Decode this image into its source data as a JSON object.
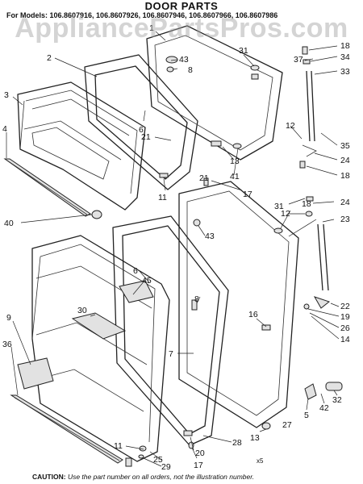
{
  "header": {
    "title": "DOOR PARTS",
    "models_text": "For Models: 106.8607916, 106.8607926, 106.8607946, 106.8607966, 106.8607986"
  },
  "watermark": "AppliancePartsPros.com",
  "footer": {
    "caution_label": "CAUTION:",
    "caution_text": "Use the part number on all orders, not the illustration number."
  },
  "code": "x5",
  "part_labels": [
    {
      "id": "1",
      "text": "1"
    },
    {
      "id": "2",
      "text": "2"
    },
    {
      "id": "3",
      "text": "3"
    },
    {
      "id": "4",
      "text": "4"
    },
    {
      "id": "5",
      "text": "5"
    },
    {
      "id": "6a",
      "text": "6"
    },
    {
      "id": "6b",
      "text": "6"
    },
    {
      "id": "7",
      "text": "7"
    },
    {
      "id": "8a",
      "text": "8"
    },
    {
      "id": "8b",
      "text": "8"
    },
    {
      "id": "9",
      "text": "9"
    },
    {
      "id": "11a",
      "text": "11"
    },
    {
      "id": "11b",
      "text": "11"
    },
    {
      "id": "12a",
      "text": "12"
    },
    {
      "id": "12b",
      "text": "12"
    },
    {
      "id": "13a",
      "text": "13"
    },
    {
      "id": "13b",
      "text": "13"
    },
    {
      "id": "14",
      "text": "14"
    },
    {
      "id": "16",
      "text": "16"
    },
    {
      "id": "17a",
      "text": "17"
    },
    {
      "id": "17b",
      "text": "17"
    },
    {
      "id": "18a",
      "text": "18"
    },
    {
      "id": "18b",
      "text": "18"
    },
    {
      "id": "18c",
      "text": "18"
    },
    {
      "id": "19",
      "text": "19"
    },
    {
      "id": "20",
      "text": "20"
    },
    {
      "id": "21a",
      "text": "21"
    },
    {
      "id": "21b",
      "text": "21"
    },
    {
      "id": "22",
      "text": "22"
    },
    {
      "id": "23",
      "text": "23"
    },
    {
      "id": "24a",
      "text": "24"
    },
    {
      "id": "24b",
      "text": "24"
    },
    {
      "id": "25",
      "text": "25"
    },
    {
      "id": "26",
      "text": "26"
    },
    {
      "id": "27",
      "text": "27"
    },
    {
      "id": "28",
      "text": "28"
    },
    {
      "id": "29",
      "text": "29"
    },
    {
      "id": "30",
      "text": "30"
    },
    {
      "id": "31a",
      "text": "31"
    },
    {
      "id": "31b",
      "text": "31"
    },
    {
      "id": "32",
      "text": "32"
    },
    {
      "id": "33",
      "text": "33"
    },
    {
      "id": "34",
      "text": "34"
    },
    {
      "id": "35",
      "text": "35"
    },
    {
      "id": "36",
      "text": "36"
    },
    {
      "id": "37",
      "text": "37"
    },
    {
      "id": "40",
      "text": "40"
    },
    {
      "id": "41",
      "text": "41"
    },
    {
      "id": "42",
      "text": "42"
    },
    {
      "id": "43a",
      "text": "43"
    },
    {
      "id": "43b",
      "text": "43"
    },
    {
      "id": "45",
      "text": "45"
    }
  ]
}
